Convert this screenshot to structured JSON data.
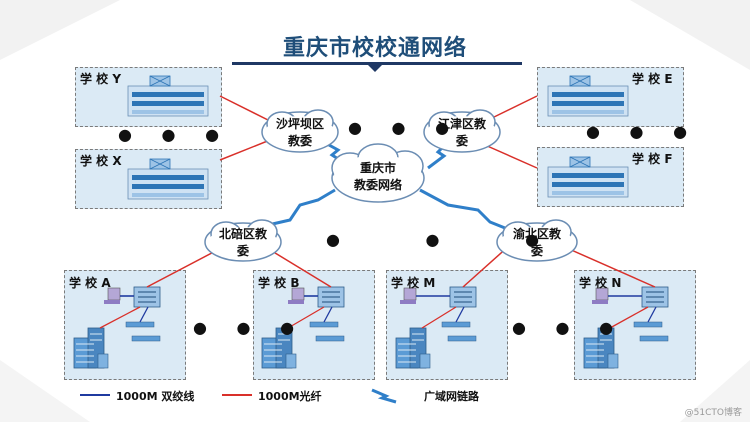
{
  "title": "重庆市校校通网络",
  "clouds": {
    "center": "重庆市\n教委网络",
    "shapingba": "沙坪坝区\n教委",
    "jiangjin": "江津区教\n委",
    "beibei": "北碚区教\n委",
    "yubei": "渝北区教\n委"
  },
  "schools": {
    "y": "学 校 Y",
    "x": "学 校 X",
    "e": "学 校 E",
    "f": "学 校 F",
    "a": "学 校 A",
    "b": "学 校 B",
    "m": "学 校 M",
    "n": "学 校 N"
  },
  "ellipsis": "● ● ●",
  "legend": {
    "twisted_pair": "1000M 双绞线",
    "fiber": "1000M光纤",
    "wan": "广域网链路"
  },
  "colors": {
    "twisted_pair": "#1f3aa0",
    "fiber": "#d9302a",
    "wan": "#2f7fc9",
    "title": "#1f4e79"
  },
  "watermark": "@51CTO博客"
}
